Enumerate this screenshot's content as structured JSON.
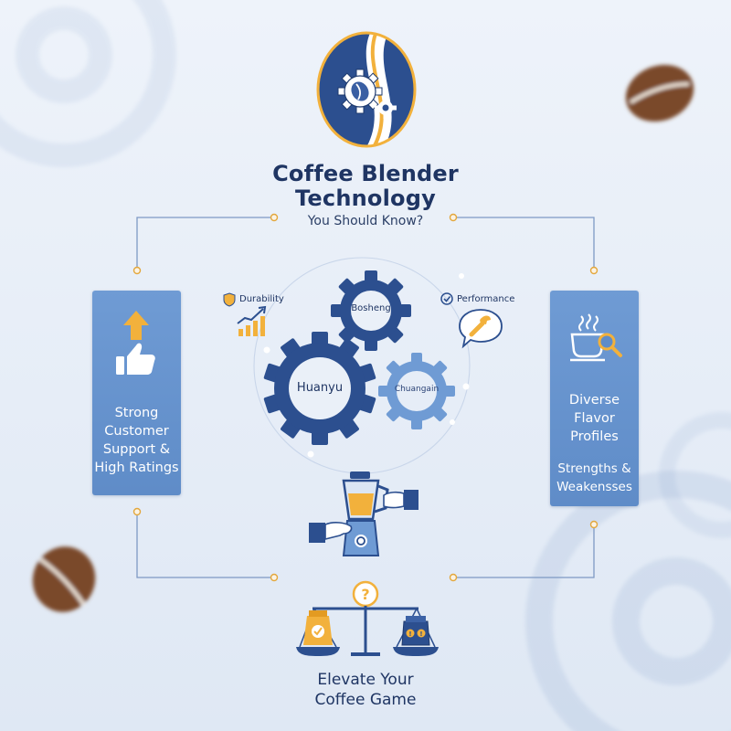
{
  "title": {
    "line1": "Coffee Blender",
    "line2": "Technology",
    "subtitle": "You Should Know?"
  },
  "left_card": {
    "lines": [
      "Strong",
      "Customer",
      "Support &",
      "High Ratings"
    ],
    "icon": "thumbs-up-arrow-icon"
  },
  "right_card": {
    "lines": [
      "Diverse",
      "Flavor",
      "Profiles"
    ],
    "lines2": [
      "Strengths &",
      "Weakensses"
    ],
    "icon": "coffee-cup-magnifier-icon"
  },
  "labels": {
    "durability": "Durability",
    "performance": "Performance"
  },
  "gears": {
    "top": "Bosheng",
    "left": "Huanyu",
    "right": "Chuangain"
  },
  "footer": {
    "line1": "Elevate Your",
    "line2": "Coffee Game"
  },
  "colors": {
    "navy": "#2c4f8f",
    "light_blue": "#6f9bd4",
    "accent_orange": "#f2b13c",
    "coffee_brown": "#7a4a2b"
  }
}
